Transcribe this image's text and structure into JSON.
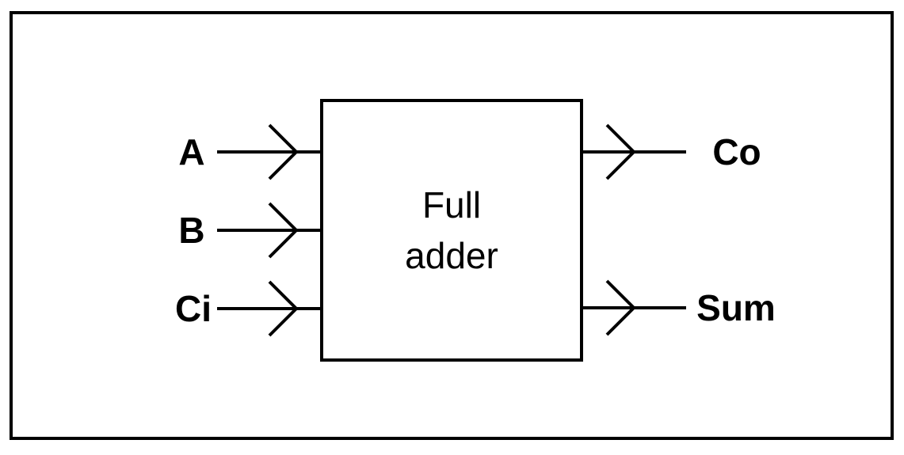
{
  "block": {
    "line1": "Full",
    "line2": "adder"
  },
  "inputs": {
    "a": "A",
    "b": "B",
    "ci": "Ci"
  },
  "outputs": {
    "co": "Co",
    "sum": "Sum"
  },
  "colors": {
    "stroke": "#000000",
    "background": "#ffffff"
  }
}
